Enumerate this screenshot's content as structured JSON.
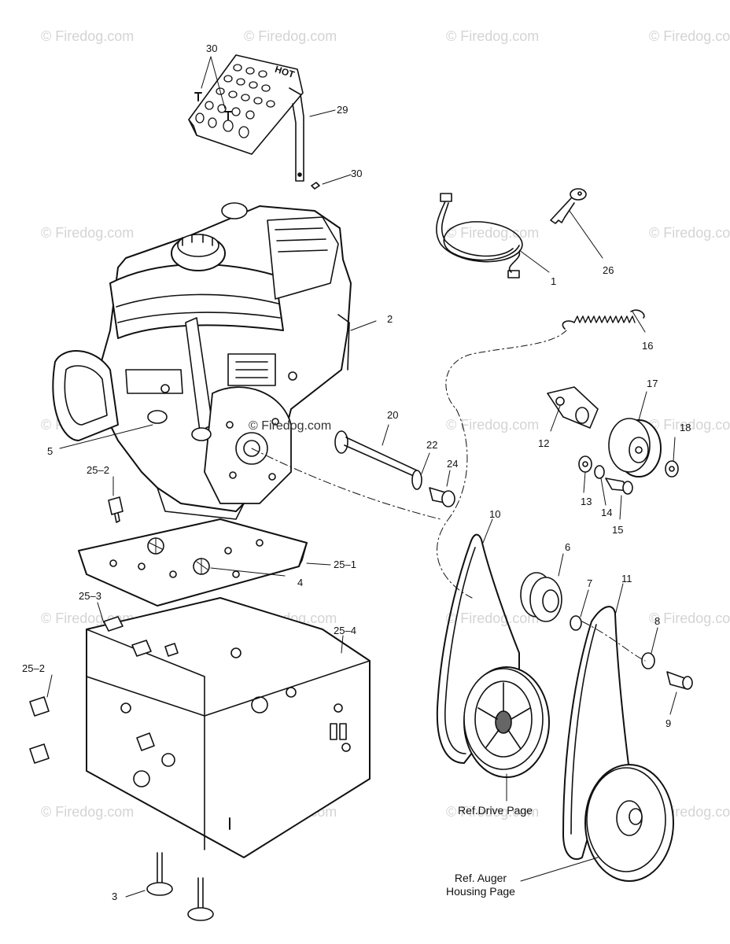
{
  "watermark": "© Firedog.com",
  "center_watermark": "© Firedog.com",
  "hot_label": "HOT",
  "callouts": {
    "c30a": "30",
    "c29": "29",
    "c30b": "30",
    "c1": "1",
    "c26": "26",
    "c2": "2",
    "c16": "16",
    "c17": "17",
    "c18": "18",
    "c12": "12",
    "c20": "20",
    "c22": "22",
    "c24": "24",
    "c5": "5",
    "c25_2a": "25–2",
    "c13": "13",
    "c14": "14",
    "c15": "15",
    "c10": "10",
    "c6": "6",
    "c7": "7",
    "c11": "11",
    "c25_1": "25–1",
    "c4": "4",
    "c25_3": "25–3",
    "c25_4": "25–4",
    "c8": "8",
    "c25_2b": "25–2",
    "c9": "9",
    "c3": "3"
  },
  "references": {
    "drive_page": "Ref.Drive Page",
    "auger_line1": "Ref. Auger",
    "auger_line2": "Housing Page"
  }
}
